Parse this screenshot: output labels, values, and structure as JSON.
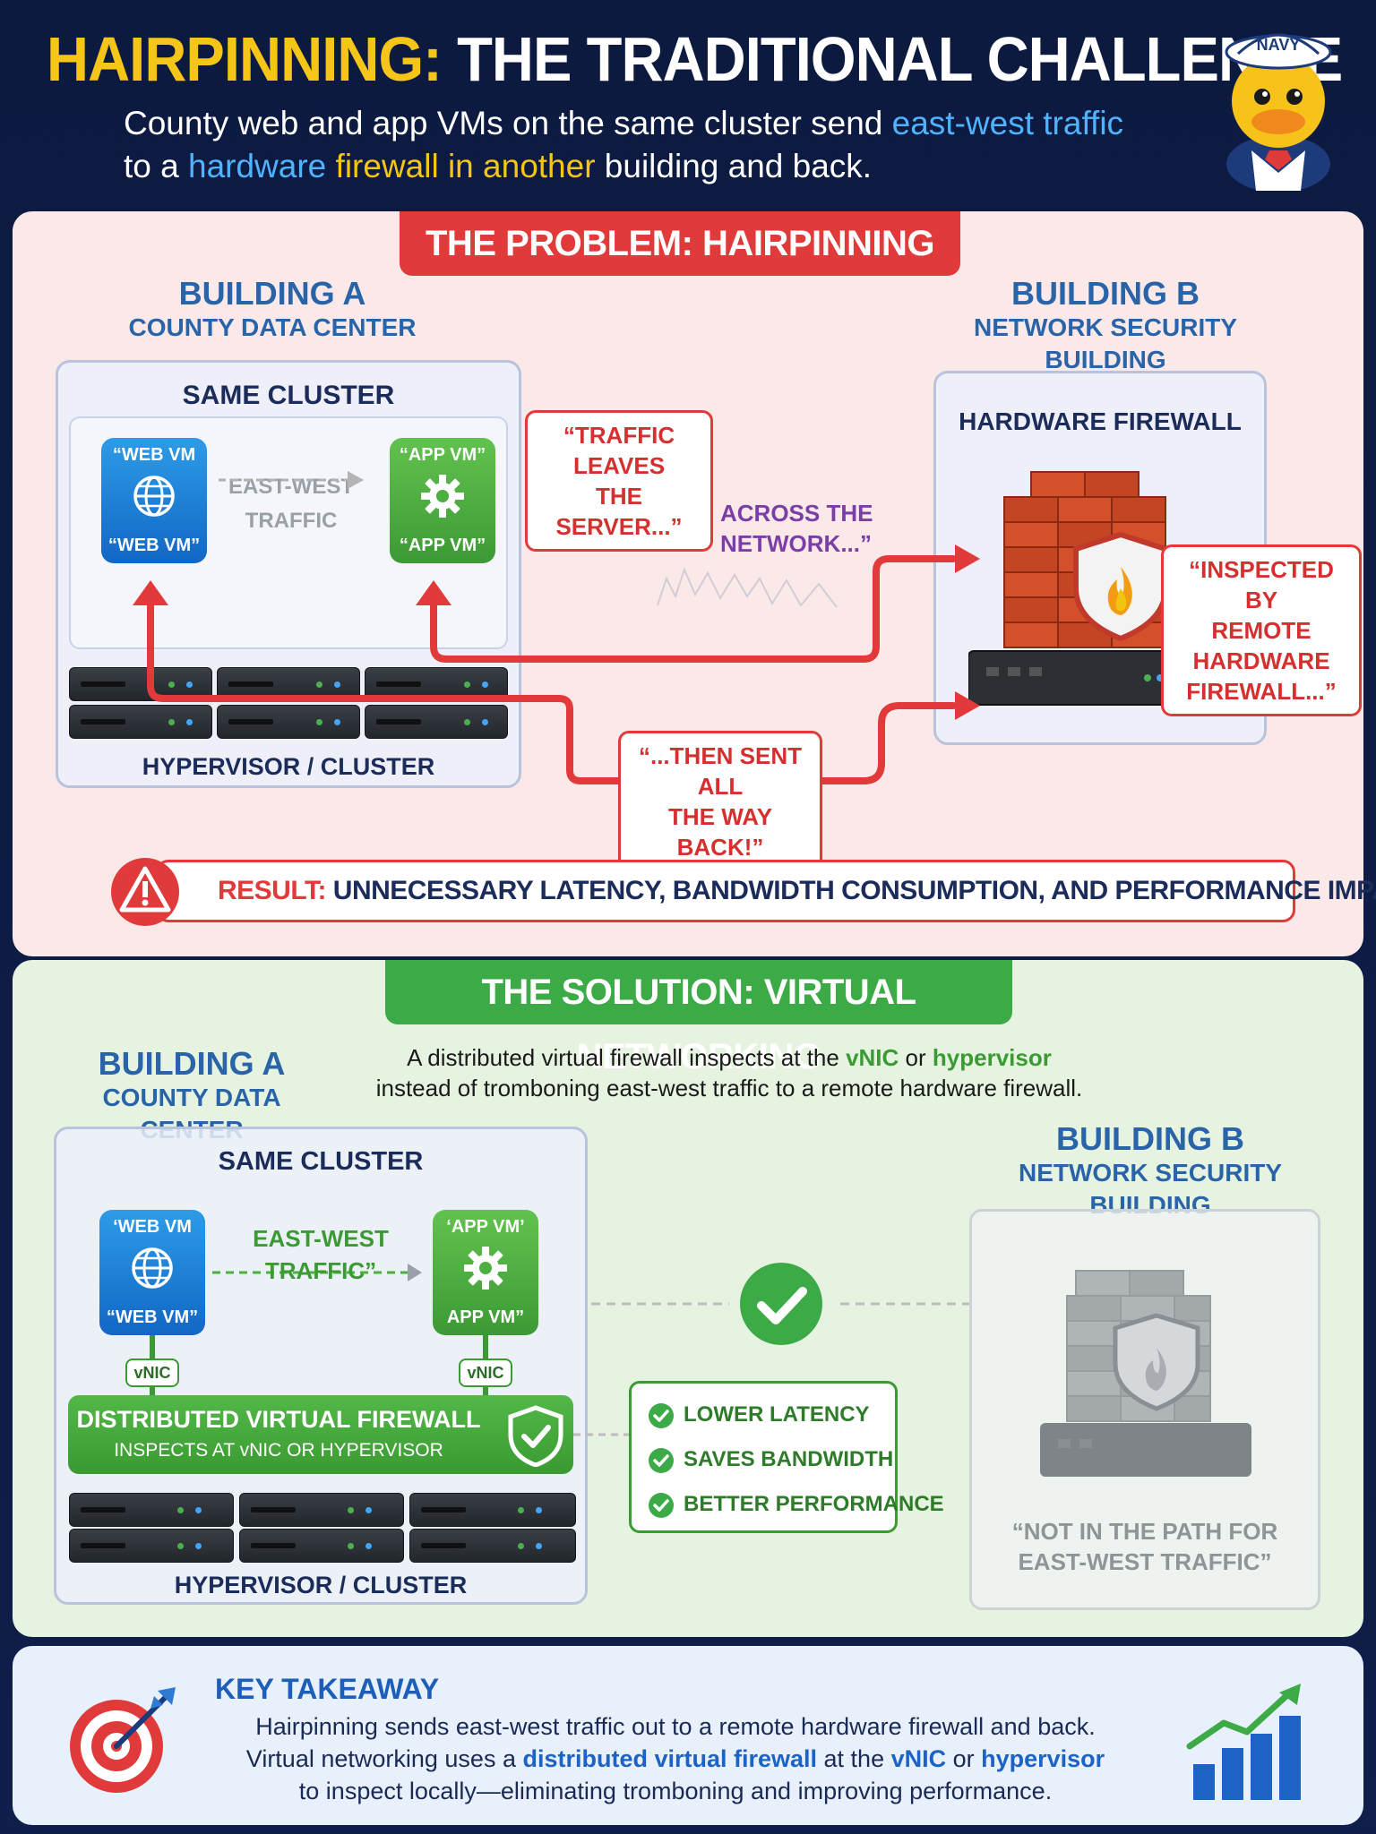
{
  "header": {
    "title_highlight": "HAIRPINNING:",
    "title_rest": " THE TRADITIONAL CHALLENGE",
    "subtitle_part1": "County web and app VMs on the same cluster send ",
    "subtitle_eastwest": "east-west traffic",
    "subtitle_to": " to a ",
    "subtitle_hardware": "hardware",
    "subtitle_firewall": " firewall in another",
    "subtitle_end": " building and back.",
    "mascot_hat": "NAVY"
  },
  "problem": {
    "banner": "THE PROBLEM: HAIRPINNING",
    "building_a": {
      "title": "BUILDING A",
      "subtitle": "COUNTY DATA CENTER"
    },
    "building_b": {
      "title": "BUILDING B",
      "subtitle": "NETWORK SECURITY BUILDING"
    },
    "same_cluster": "SAME CLUSTER",
    "web_vm_top": "“WEB VM",
    "web_vm_bottom": "“WEB VM”",
    "app_vm_top": "“APP VM”",
    "app_vm_bottom": "“APP VM”",
    "eastwest_line1": "EAST-WEST",
    "eastwest_line2": "TRAFFIC",
    "hypervisor": "HYPERVISOR / CLUSTER",
    "hardware_firewall": "HARDWARE FIREWALL",
    "callout_leaves_l1": "“TRAFFIC LEAVES",
    "callout_leaves_l2": "THE SERVER...”",
    "across_l1": "ACROSS THE",
    "across_l2": "NETWORK...”",
    "callout_inspected_l1": "“INSPECTED BY",
    "callout_inspected_l2": "REMOTE HARDWARE",
    "callout_inspected_l3": "FIREWALL...”",
    "callout_back_l1": "“...THEN SENT ALL",
    "callout_back_l2": "THE WAY BACK!”",
    "result_lead": "RESULT:",
    "result_text": " UNNECESSARY LATENCY, BANDWIDTH CONSUMPTION, AND PERFORMANCE IMPACT."
  },
  "solution": {
    "banner": "THE SOLUTION: VIRTUAL NETWORKING",
    "building_a": {
      "title": "BUILDING A",
      "subtitle": "COUNTY DATA CENTER"
    },
    "building_b": {
      "title": "BUILDING B",
      "subtitle": "NETWORK SECURITY BUILDING"
    },
    "desc_part1": "A distributed virtual firewall inspects at the ",
    "desc_vnic": "vNIC",
    "desc_or": " or ",
    "desc_hypervisor": "hypervisor",
    "desc_line2": "instead of tromboning east-west traffic to a remote hardware firewall.",
    "same_cluster": "SAME CLUSTER",
    "web_vm_top": "‘WEB VM",
    "web_vm_bottom": "“WEB VM”",
    "app_vm_top": "‘APP VM’",
    "app_vm_bottom": "APP VM”",
    "eastwest_line1": "EAST-WEST",
    "eastwest_line2": "TRAFFIC”",
    "vnic_label": "vNIC",
    "dvf_title": "DISTRIBUTED VIRTUAL FIREWALL",
    "dvf_sub": "INSPECTS AT vNIC OR HYPERVISOR",
    "hypervisor": "HYPERVISOR / CLUSTER",
    "benefits": [
      "LOWER LATENCY",
      "SAVES BANDWIDTH",
      "BETTER PERFORMANCE"
    ],
    "not_in_path_l1": "“NOT IN THE PATH FOR",
    "not_in_path_l2": "EAST-WEST TRAFFIC”"
  },
  "takeaway": {
    "title": "KEY TAKEAWAY",
    "line1": "Hairpinning sends east-west traffic out to a remote hardware firewall and back.",
    "line2_part1": "Virtual networking uses a ",
    "line2_dvf": "distributed virtual firewall",
    "line2_at": " at the ",
    "line2_vnic": "vNIC",
    "line2_or": " or ",
    "line2_hyp": "hypervisor",
    "line3": "to inspect locally—eliminating tromboning and improving performance."
  },
  "colors": {
    "red": "#e03a3a",
    "green": "#3caa46",
    "blue": "#2a64a8",
    "yellow": "#f5c518",
    "navy": "#0d1a40"
  }
}
